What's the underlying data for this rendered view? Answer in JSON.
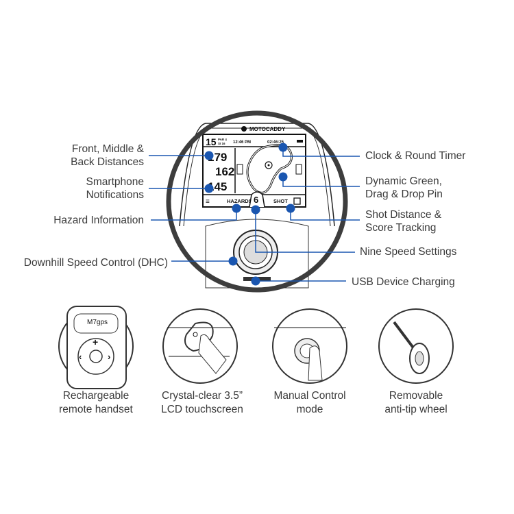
{
  "device": {
    "brand": "MOTOCADDY",
    "hole": "15",
    "par": "PAR 4",
    "stroke_index": "SI 16",
    "clock": "12:46 PM",
    "round_timer": "02:46:25",
    "distances": [
      "179",
      "162",
      "145"
    ],
    "hazards_label": "HAZARDS",
    "speed_setting": "6",
    "shot_label": "SHOT"
  },
  "callouts": {
    "front_middle_back": [
      "Front, Middle &",
      "Back Distances"
    ],
    "smartphone": [
      "Smartphone",
      "Notifications"
    ],
    "hazard": "Hazard Information",
    "dhc": "Downhill Speed Control (DHC)",
    "clock": "Clock & Round Timer",
    "green": [
      "Dynamic Green,",
      "Drag & Drop Pin"
    ],
    "shot": [
      "Shot Distance &",
      "Score Tracking"
    ],
    "speed": "Nine Speed Settings",
    "usb": "USB Device Charging"
  },
  "features": [
    {
      "caption": [
        "Rechargeable",
        "remote handset"
      ],
      "remote_model": "M7gps"
    },
    {
      "caption": [
        "Crystal-clear 3.5”",
        "LCD touchscreen"
      ]
    },
    {
      "caption": [
        "Manual Control",
        "mode"
      ]
    },
    {
      "caption": [
        "Removable",
        "anti-tip wheel"
      ]
    }
  ],
  "colors": {
    "accent": "#1a56b0",
    "ring": "#3d3d3d"
  }
}
